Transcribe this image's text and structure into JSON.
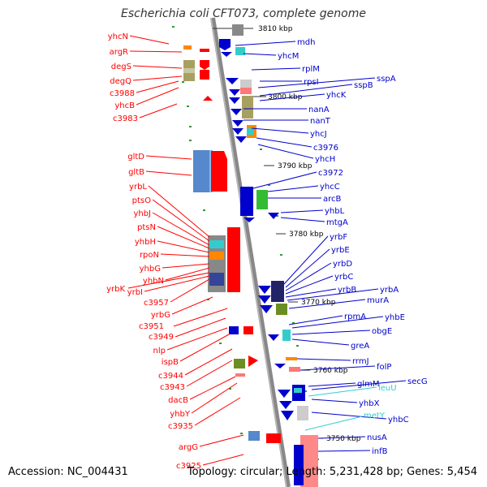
{
  "title": "Escherichia coli CFT073, complete genome",
  "accession": "Accession: NC_004431",
  "topology_info": "Topology: circular; Length: 5,231,428 bp; Genes: 5,454",
  "colors": {
    "forward": "#ff0000",
    "reverse": "#0000cc",
    "rna": "#33cccc",
    "backbone": "#888888",
    "tick": "#339933"
  },
  "kbp_markers": [
    "3810 kbp",
    "3800 kbp",
    "3790 kbp",
    "3780 kbp",
    "3770 kbp",
    "3760 kbp",
    "3750 kbp"
  ],
  "left_labels": [
    "yhcN",
    "argR",
    "degS",
    "degQ",
    "c3988",
    "yhcB",
    "c3983",
    "gltD",
    "gltB",
    "yrbL",
    "ptsO",
    "yhbJ",
    "ptsN",
    "yhbH",
    "rpoN",
    "yhbG",
    "yhbN",
    "yrbK",
    "yrbI",
    "c3957",
    "yrbG",
    "c3951",
    "c3949",
    "nlp",
    "ispB",
    "c3944",
    "c3943",
    "dacB",
    "yhbY",
    "c3935",
    "argG",
    "c3925"
  ],
  "right_labels": [
    "mdh",
    "yhcM",
    "rplM",
    "rpsI",
    "sspA",
    "sspB",
    "yhcK",
    "nanA",
    "nanT",
    "yhcJ",
    "c3976",
    "yhcH",
    "c3972",
    "yhcC",
    "arcB",
    "yhbL",
    "mtgA",
    "yrbF",
    "yrbE",
    "yrbD",
    "yrbC",
    "yrbB",
    "yrbA",
    "murA",
    "rpmA",
    "yhbE",
    "obgE",
    "greA",
    "rrmJ",
    "folP",
    "glmM",
    "secG",
    "yhbX",
    "yhbC",
    "nusA",
    "infB"
  ],
  "rna_labels": [
    "leuU",
    "metY"
  ]
}
